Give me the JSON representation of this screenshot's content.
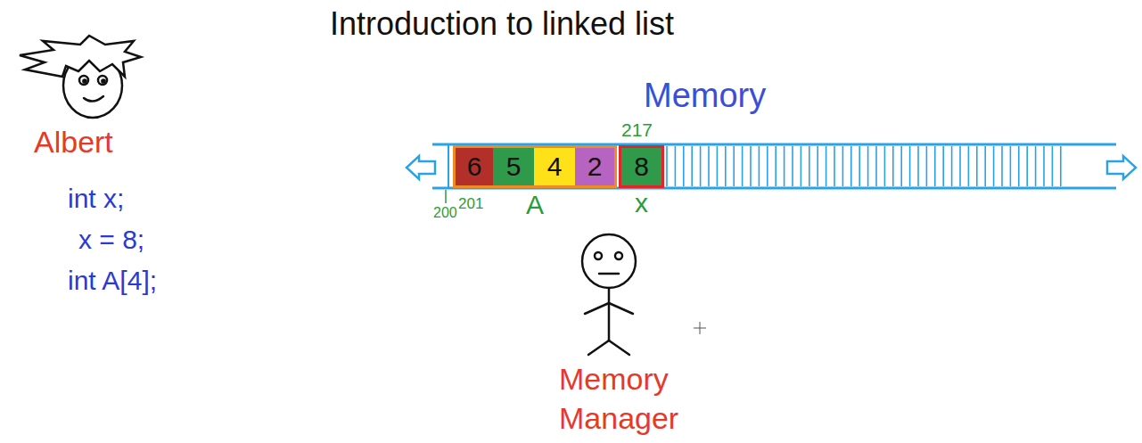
{
  "diagram": {
    "title": "Introduction to linked list",
    "nodes": [
      {
        "text": [
          "A"
        ]
      },
      {
        "text": [
          "6"
        ],
        "in": 0
      },
      {
        "text": [
          "5"
        ],
        "in": 0
      },
      {
        "text": [
          "4"
        ],
        "in": 0
      },
      {
        "text": [
          "2"
        ],
        "in": 0
      },
      {
        "text": [
          "8",
          "x"
        ]
      }
    ],
    "labels": [
      "Albert",
      "int x;",
      "x = 8;",
      "int A[4];",
      "Memory",
      "217",
      "200",
      "201",
      "Memory Manager"
    ]
  }
}
